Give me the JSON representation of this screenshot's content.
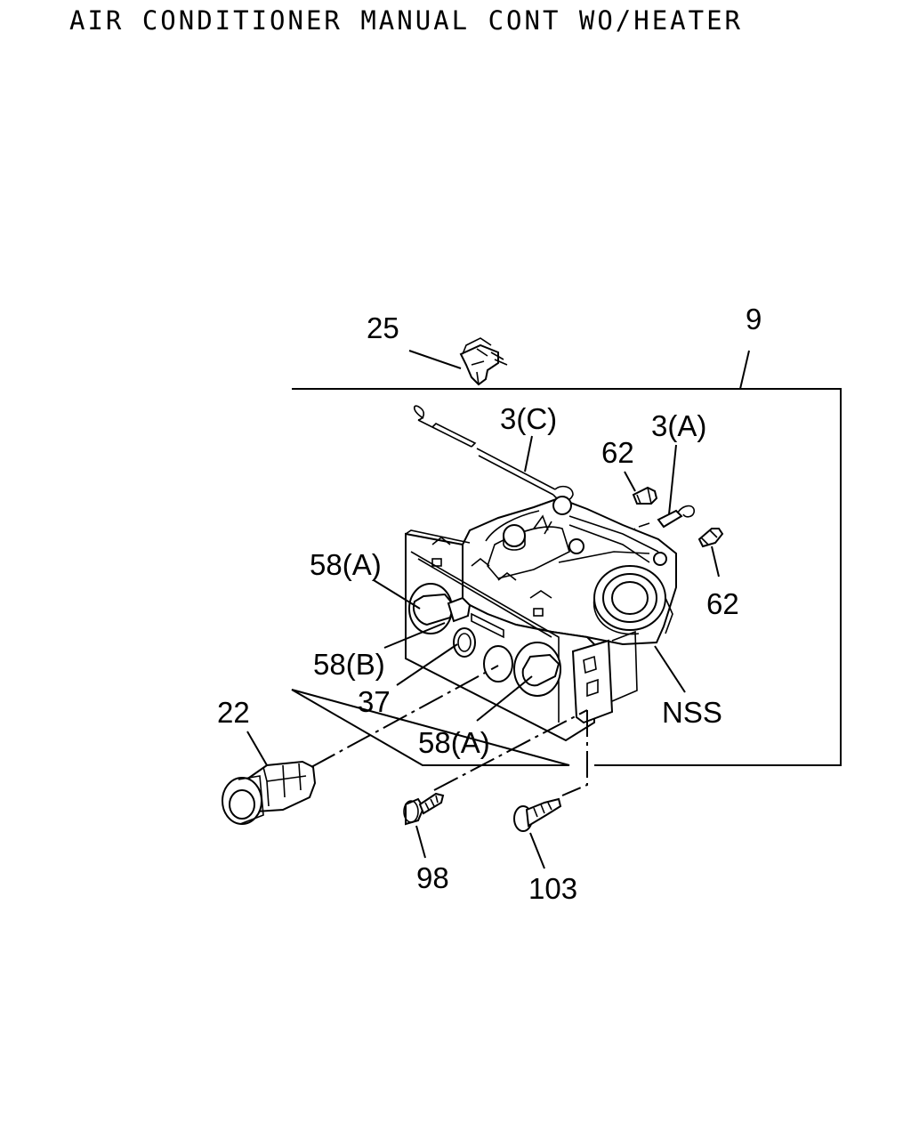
{
  "title": "AIR CONDITIONER MANUAL CONT WO/HEATER",
  "callouts": {
    "c25": "25",
    "c9": "9",
    "c3c": "3(C)",
    "c3a": "3(A)",
    "c62_top": "62",
    "c62_right": "62",
    "c58a_top": "58(A)",
    "c58b": "58(B)",
    "c37": "37",
    "c58a_bottom": "58(A)",
    "cnss": "NSS",
    "c22": "22",
    "c98": "98",
    "c103": "103"
  }
}
